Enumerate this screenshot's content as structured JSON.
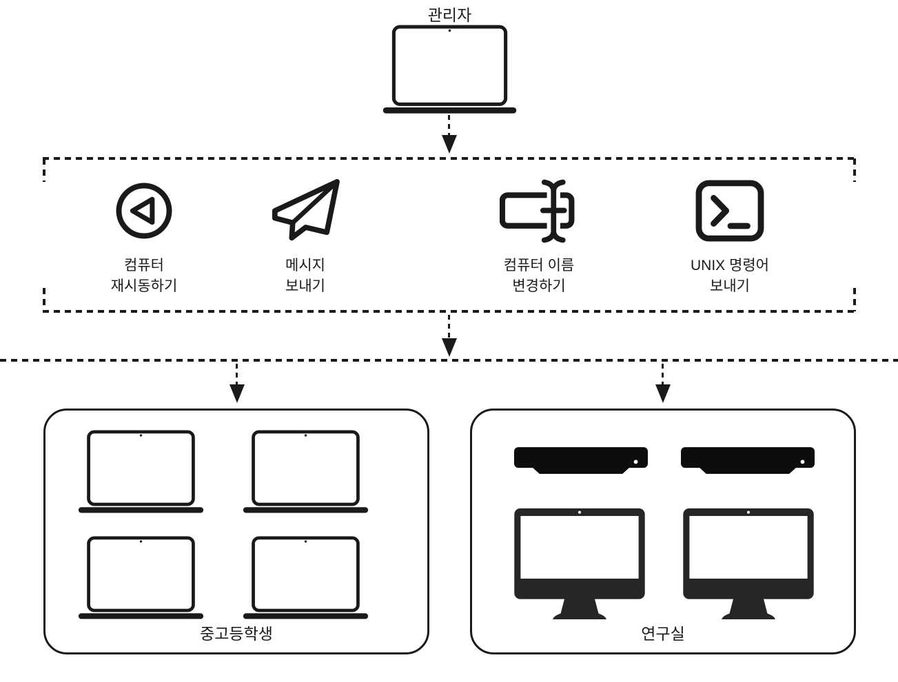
{
  "admin": {
    "label": "관리자",
    "icon": "laptop-icon"
  },
  "commands": {
    "items": [
      {
        "name": "restart-computer",
        "icon": "restart-icon",
        "label": "컴퓨터\n재시동하기"
      },
      {
        "name": "send-message",
        "icon": "paper-plane-icon",
        "label": "메시지\n보내기"
      },
      {
        "name": "rename-computer",
        "icon": "rename-icon",
        "label": "컴퓨터 이름\n변경하기"
      },
      {
        "name": "send-unix-command",
        "icon": "terminal-icon",
        "label": "UNIX 명령어\n보내기"
      }
    ]
  },
  "groups": {
    "students": {
      "label": "중고등학생",
      "device_type": "laptop-icon",
      "device_count": 4
    },
    "lab": {
      "label": "연구실",
      "device_counts": {
        "mac-mini-icon": 2,
        "imac-icon": 2
      }
    }
  },
  "colors": {
    "ink": "#1a1a1a",
    "device_fill": "#262626",
    "screen": "#ffffff",
    "background": "#ffffff"
  }
}
